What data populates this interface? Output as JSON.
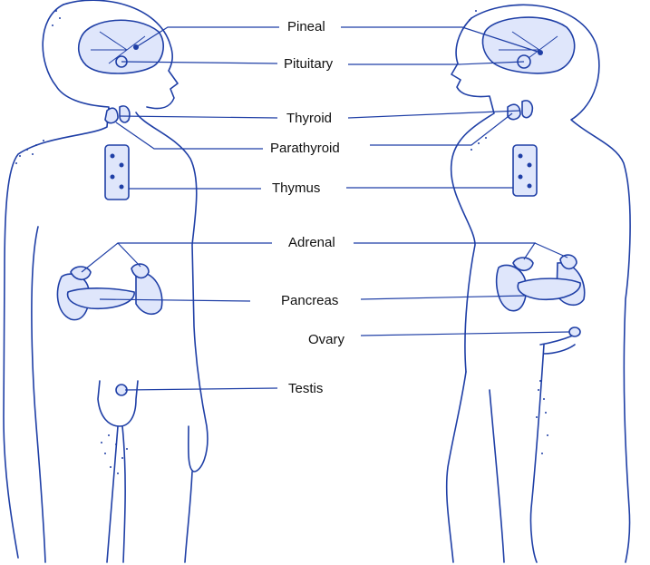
{
  "colors": {
    "ink": "#1f3fa6",
    "organ_fill": "#dfe6fb",
    "text": "#111111",
    "background": "#ffffff"
  },
  "labels": {
    "pineal": "Pineal",
    "pituitary": "Pituitary",
    "thyroid": "Thyroid",
    "parathyroid": "Parathyroid",
    "thymus": "Thymus",
    "adrenal": "Adrenal",
    "pancreas": "Pancreas",
    "ovary": "Ovary",
    "testis": "Testis"
  }
}
